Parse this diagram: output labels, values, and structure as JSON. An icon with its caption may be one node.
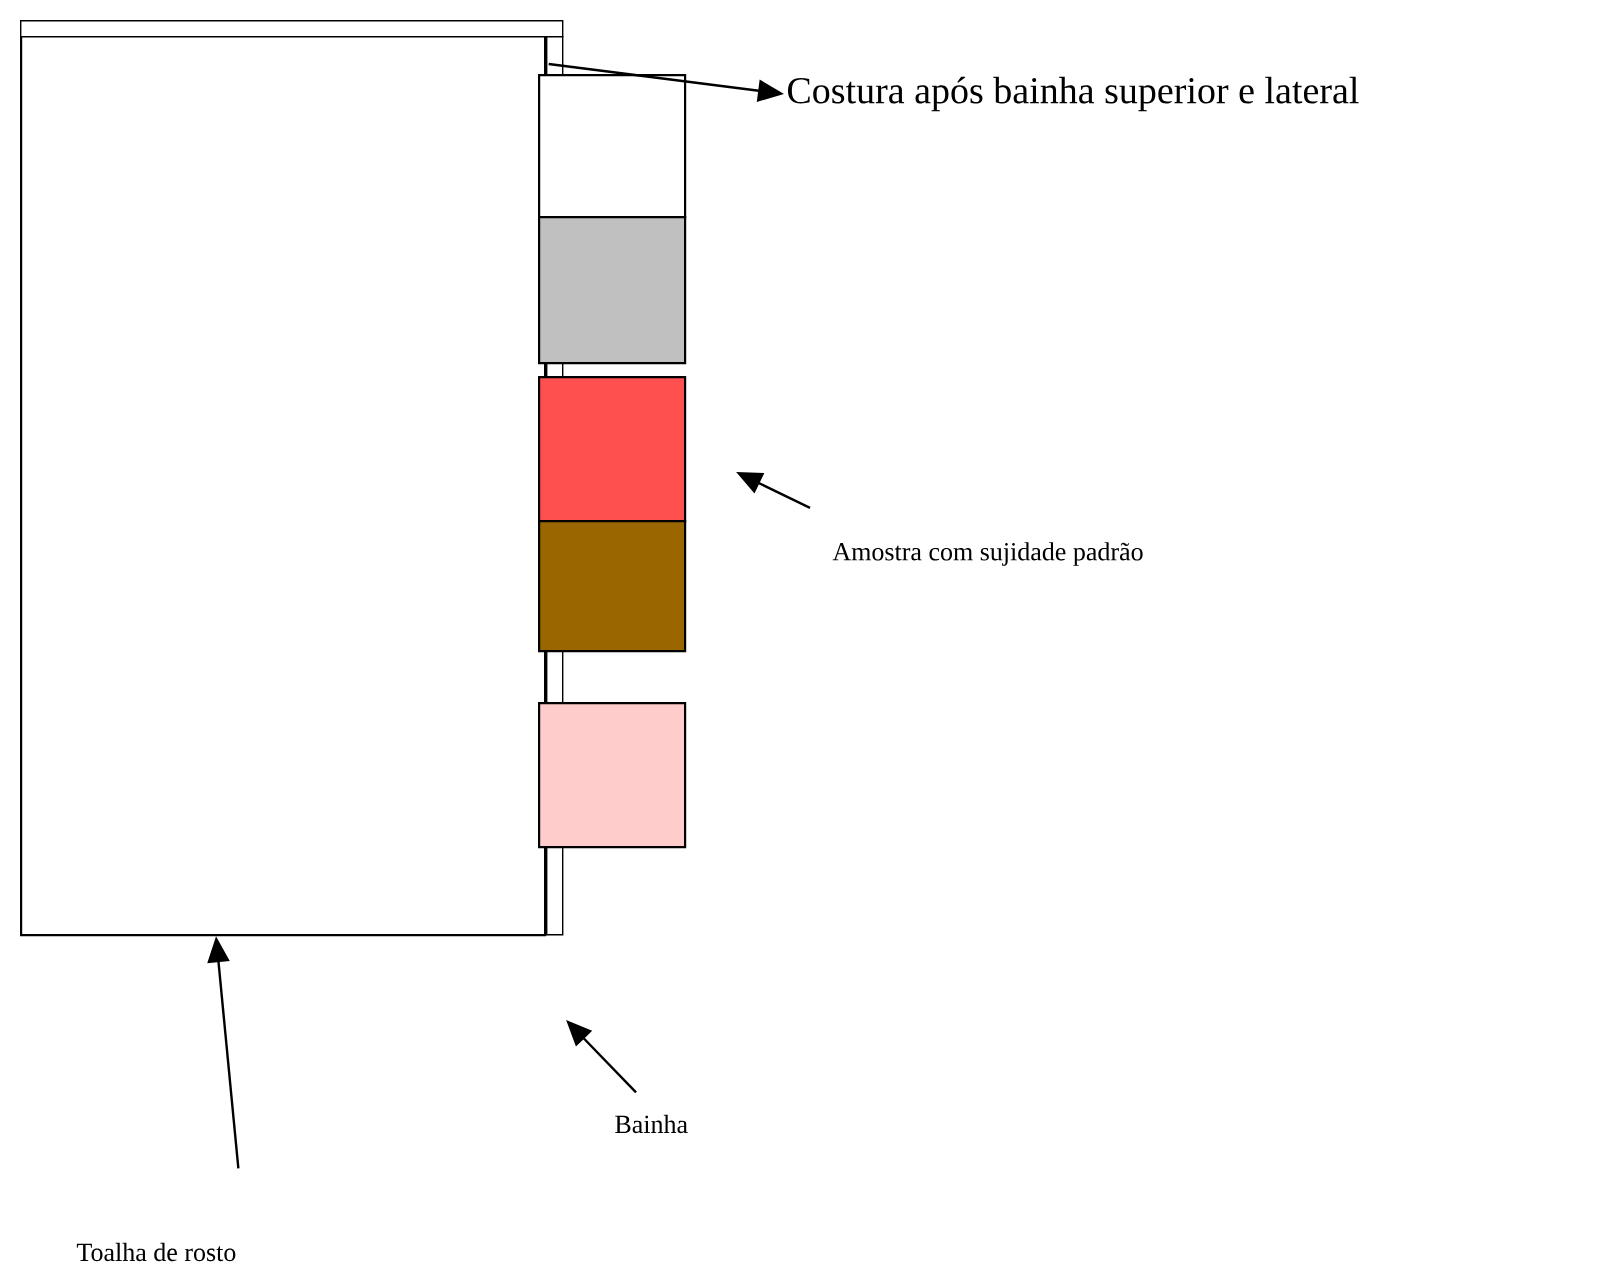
{
  "diagram": {
    "nodes": [
      {
        "text": [],
        "shape": "box"
      },
      {
        "text": [],
        "shape": "bar"
      },
      {
        "text": [],
        "shape": "bar"
      },
      {
        "text": [],
        "shape": "box"
      },
      {
        "text": [],
        "shape": "box"
      },
      {
        "text": [],
        "shape": "box"
      },
      {
        "text": [],
        "shape": "box"
      },
      {
        "text": [],
        "shape": "box"
      },
      {
        "text": [
          "Costura após bainha superior e lateral"
        ]
      },
      {
        "text": [
          "Amostra com sujidade padrão"
        ]
      },
      {
        "text": [
          "Bainha"
        ]
      },
      {
        "text": [
          "Toalha de rosto"
        ]
      }
    ],
    "edges": [
      {
        "from": 2,
        "to": 8,
        "arrow": "to"
      },
      {
        "from": 9,
        "to": null,
        "arrow": "to"
      },
      {
        "from": 10,
        "to": null,
        "arrow": "to"
      },
      {
        "from": 11,
        "to": 0,
        "arrow": "to"
      }
    ]
  }
}
